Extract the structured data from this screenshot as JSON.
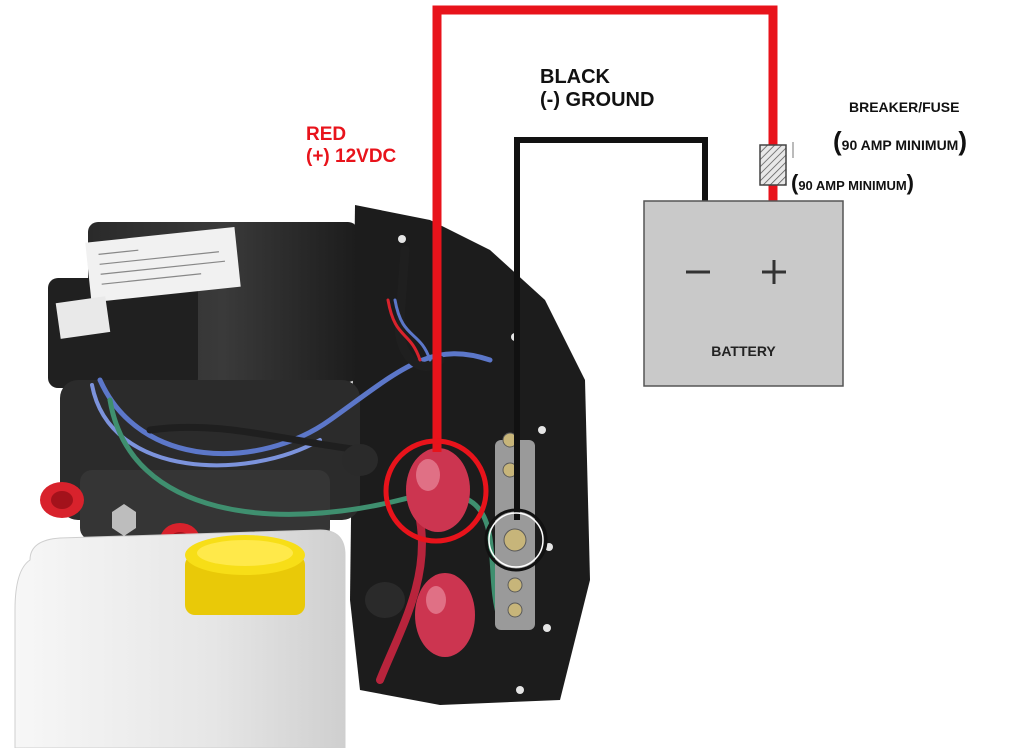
{
  "labels": {
    "red_line1": "RED",
    "red_line2": "(+) 12VDC",
    "black_line1": "BLACK",
    "black_line2": "(-) GROUND",
    "breaker_title": "BREAKER/FUSE",
    "breaker_rating": "90 AMP MINIMUM",
    "breaker_rating_2": "90 AMP MINIMUM",
    "battery": "BATTERY",
    "minus": "−",
    "plus": "+"
  },
  "colors": {
    "positive_wire": "#e8131b",
    "ground_wire": "#111111",
    "battery_fill": "#c9c9c9",
    "mounting_plate": "#1c1c1c",
    "reservoir": "#eeeeee",
    "reservoir_cap": "#f4d90b",
    "red_caps": "#d8222c",
    "terminal_boot": "#cc3550"
  },
  "components": {
    "pump_motor": "hydraulic-pump-motor",
    "reservoir": "fluid-reservoir",
    "mounting_plate": "black-mounting-plate",
    "fuse": "inline-breaker-fuse",
    "battery": "12v-battery"
  }
}
